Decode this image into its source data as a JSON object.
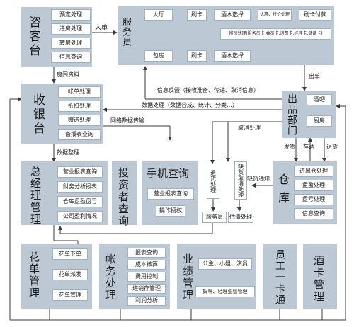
{
  "reception": {
    "title": "咨客台",
    "items": [
      "预定处理",
      "进房处理",
      "转房处理",
      "信息查询"
    ],
    "arrow_label": "入单"
  },
  "waiter": {
    "title": "服务员",
    "hall": "大厅",
    "swipe1": "刷卡",
    "drinks1": "酒水选择",
    "discount": "优惠、特价处理",
    "pay": "刷卡付款",
    "card_proc": "辨别处理(服务员卡,会员卡,消费卡,经理卡,储蓄卡)",
    "room": "包房",
    "swipe2": "刷卡",
    "drinks2": "酒水选择"
  },
  "cashier": {
    "title": "收银台",
    "items": [
      "帐单处理",
      "折扣处理",
      "赠送处理",
      "备报表查询"
    ],
    "room_data": "房间资料",
    "feedback": "信息反馈（接收准备、传递、取消信息）",
    "data_proc": "数据处理（数据合成、统计、分类…）",
    "network": "网络数据传输",
    "data_org": "数据整理"
  },
  "dispatch": {
    "title": "出品部门",
    "bar": "酒吧",
    "kitchen": "厨房",
    "order_out": "出单",
    "cancel": "取消处理",
    "ship": "发货",
    "store_wine": "存酒",
    "return": "退货"
  },
  "side": {
    "return_proc": "退货处理",
    "shortage": "缺货取消处理",
    "shortage_notice": "缺货通知",
    "waiter2": "服务员",
    "settle": "估清处理"
  },
  "warehouse": {
    "title": "仓库",
    "items": [
      "进出仓处理",
      "盘盈处理",
      "盘亏处理",
      "信息查询"
    ]
  },
  "gm": {
    "title": "总经理管理",
    "items": [
      "营业报表查询",
      "财务分析报表",
      "仓库盘盈盘亏",
      "公司盈利情况"
    ]
  },
  "investor": {
    "title": "投资者查询"
  },
  "mobile": {
    "title": "手机查询",
    "items": [
      "营业报表查询",
      "操作授权"
    ]
  },
  "flower": {
    "title": "花单管理",
    "items": [
      "花单下单",
      "花单派发",
      "花单管理"
    ]
  },
  "account": {
    "title": "帐务处理",
    "items": [
      "报表查询",
      "成本核算",
      "费用控制",
      "进销存管理",
      "利润分析"
    ]
  },
  "perf": {
    "title": "业绩管理",
    "items": [
      "公主、小姐、演员",
      "妈咪、经理业绩管理"
    ]
  },
  "staff": {
    "title": "员工一卡通"
  },
  "wine": {
    "title": "酒卡管理"
  },
  "colors": {
    "block": "#bcc8d4",
    "line": "#3a3a3a",
    "box_border": "#9fb0c0"
  }
}
